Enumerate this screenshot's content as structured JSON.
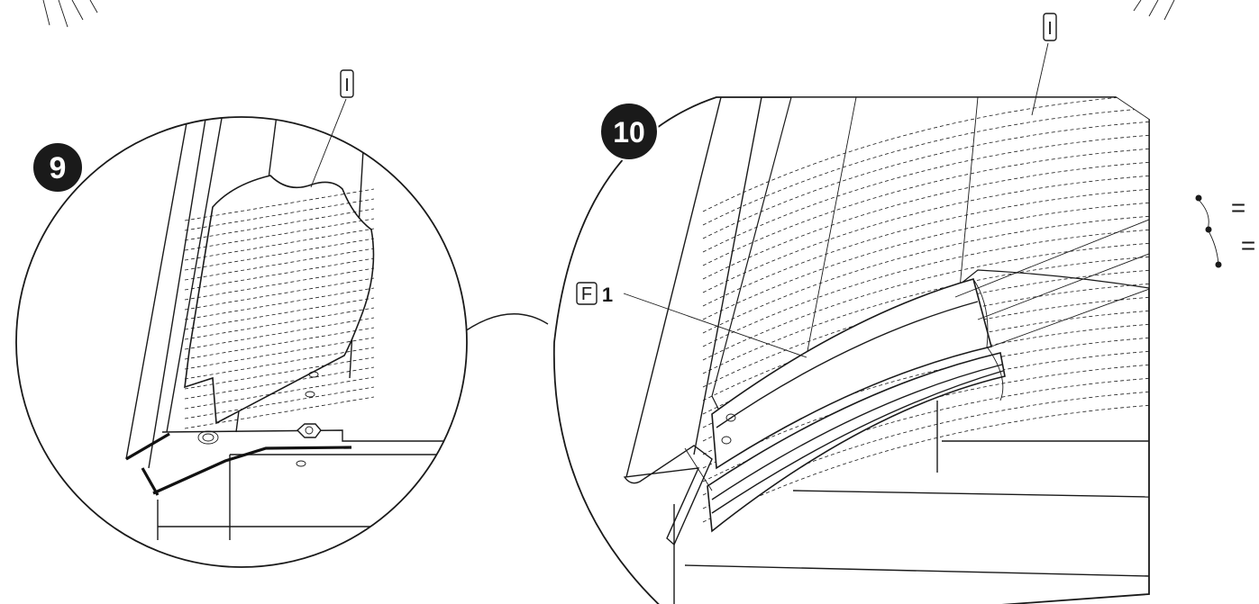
{
  "steps": [
    {
      "number": "9"
    },
    {
      "number": "10"
    }
  ],
  "labels": {
    "panel_tag": "I",
    "part_tag": "F",
    "part_number": "1",
    "equal_sign": "="
  },
  "colors": {
    "ink": "#1a1a1a",
    "badge_fill": "#1a1a1a",
    "badge_text": "#ffffff",
    "paper": "#ffffff"
  }
}
